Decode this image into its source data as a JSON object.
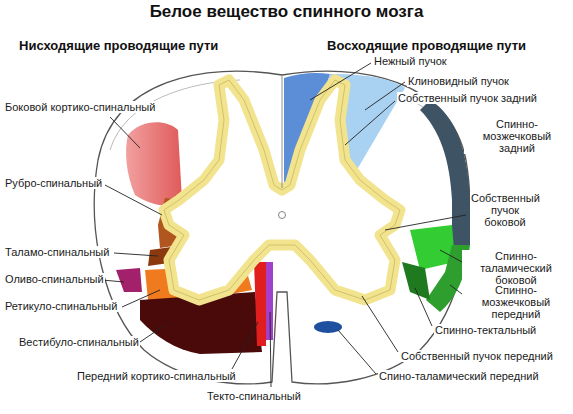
{
  "diagram": {
    "title": "Белое вещество спинного мозга",
    "labels": [
      "Нисходящие проводящие пути",
      "Восходящие проводящие пути",
      "Боковой кортико-спинальный",
      "Рубро-спинальный",
      "Таламо-спинальный",
      "Оливо-спинальный",
      "Ретикуло-спинальный",
      "Вестибуло-спинальный",
      "Передний кортико-спинальный",
      "Текто-спинальный",
      "Нежный пучок",
      "Клиновидный пучок",
      "Собственный пучок задний",
      "Спинно-мозжечковый задний",
      "Собственный пучок боковой",
      "Спинно-таламический боковой",
      "Спинно-мозжечковый передний",
      "Спинно-тектальный",
      "Собственный пучок передний",
      "Спино-таламический передний"
    ]
  }
}
